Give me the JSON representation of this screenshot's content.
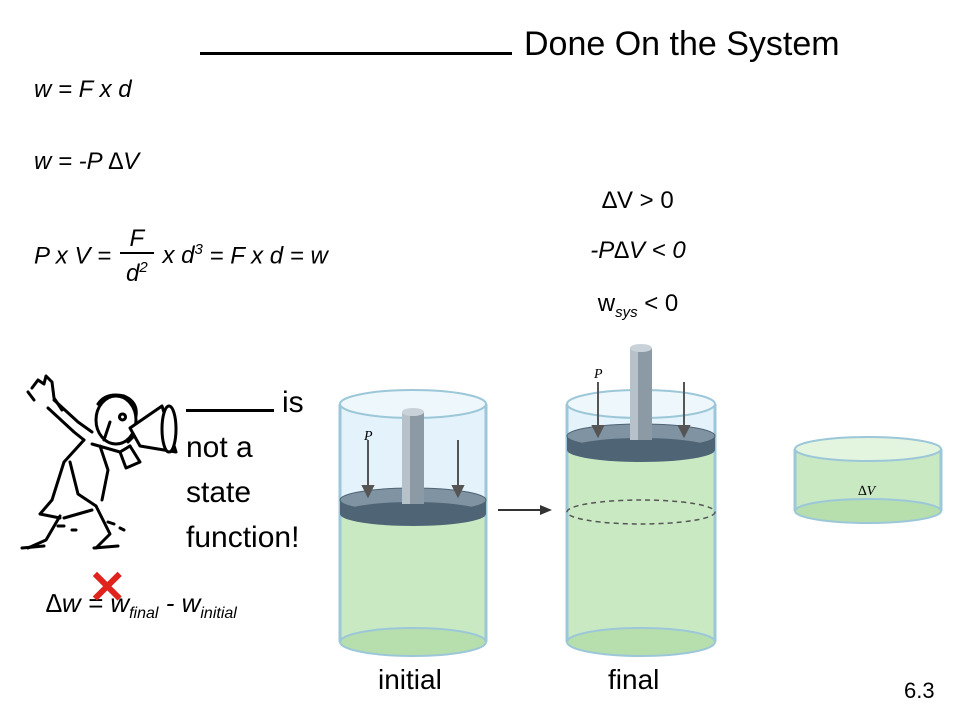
{
  "title": {
    "text": "Done On the System"
  },
  "equations": {
    "work_force": "w = F x d",
    "work_pressure": "w = -P ∆V",
    "pv_prefix": "P x V =",
    "pv_num": "F",
    "pv_den": "d",
    "pv_den_exp": "2",
    "pv_mid": "x d",
    "pv_mid_exp": "3",
    "pv_suffix": "= F x d = w"
  },
  "conditions": {
    "dv": "∆V > 0",
    "pdv": "-P∆V < 0",
    "wsys_base": "w",
    "wsys_sub": "sys",
    "wsys_rel": "< 0"
  },
  "note": {
    "line1": "is",
    "line2": "not a",
    "line3": "state",
    "line4": "function!"
  },
  "delta_w": {
    "lhs": "∆w = w",
    "final_sub": "final",
    "mid": "- w",
    "initial_sub": "initial"
  },
  "x_mark": "✕",
  "figure_labels": {
    "pressure": "P",
    "pressure_final": "P",
    "delta_v": "∆V"
  },
  "captions": {
    "initial": "initial",
    "final": "final"
  },
  "page_number": "6.3",
  "colors": {
    "liquid": "#c9e9c3",
    "glass": "#dcefff",
    "piston": "#5d7384",
    "x_mark": "#e0231c"
  },
  "icons": {
    "announcer": "man-with-megaphone-icon",
    "arrow": "right-arrow-icon"
  }
}
